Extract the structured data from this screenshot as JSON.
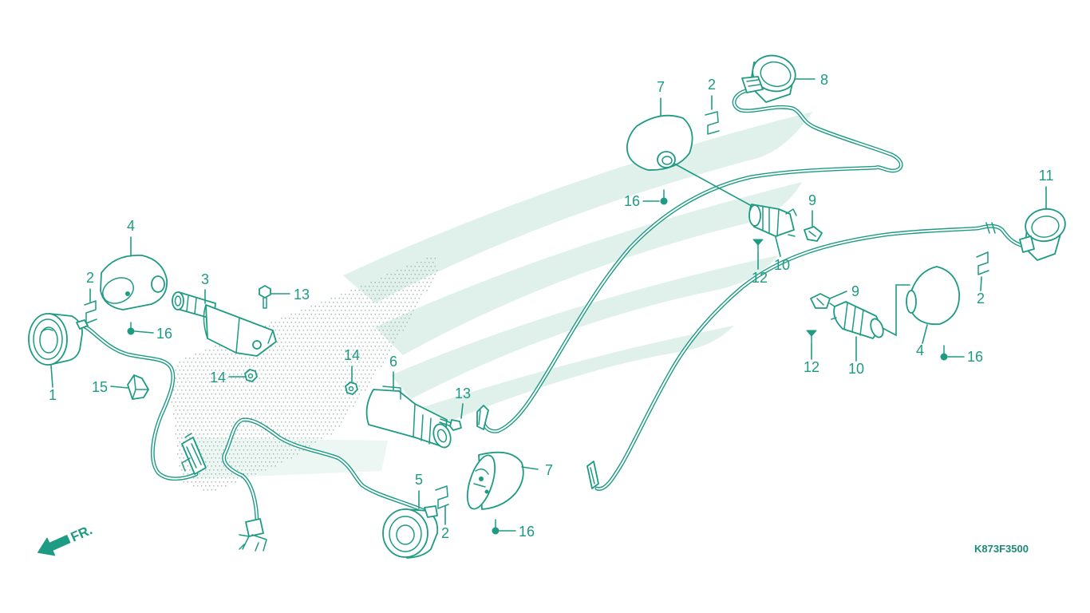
{
  "diagram": {
    "code": "K873F3500",
    "front_marker": "FR.",
    "callouts": [
      "7",
      "2",
      "8",
      "16",
      "9",
      "10",
      "12",
      "11",
      "2",
      "9",
      "4",
      "16",
      "12",
      "10",
      "4",
      "2",
      "3",
      "13",
      "16",
      "1",
      "14",
      "15",
      "14",
      "6",
      "13",
      "5",
      "7",
      "16",
      "2"
    ]
  },
  "colors": {
    "line": "#1e9b83",
    "label": "#1e9b83",
    "watermark": "#e0f1ec",
    "halftone": "#9db3ad",
    "code_text": "#1d8a76"
  },
  "icons": {
    "front_marker_arrow": "arrow-down-left-icon"
  }
}
